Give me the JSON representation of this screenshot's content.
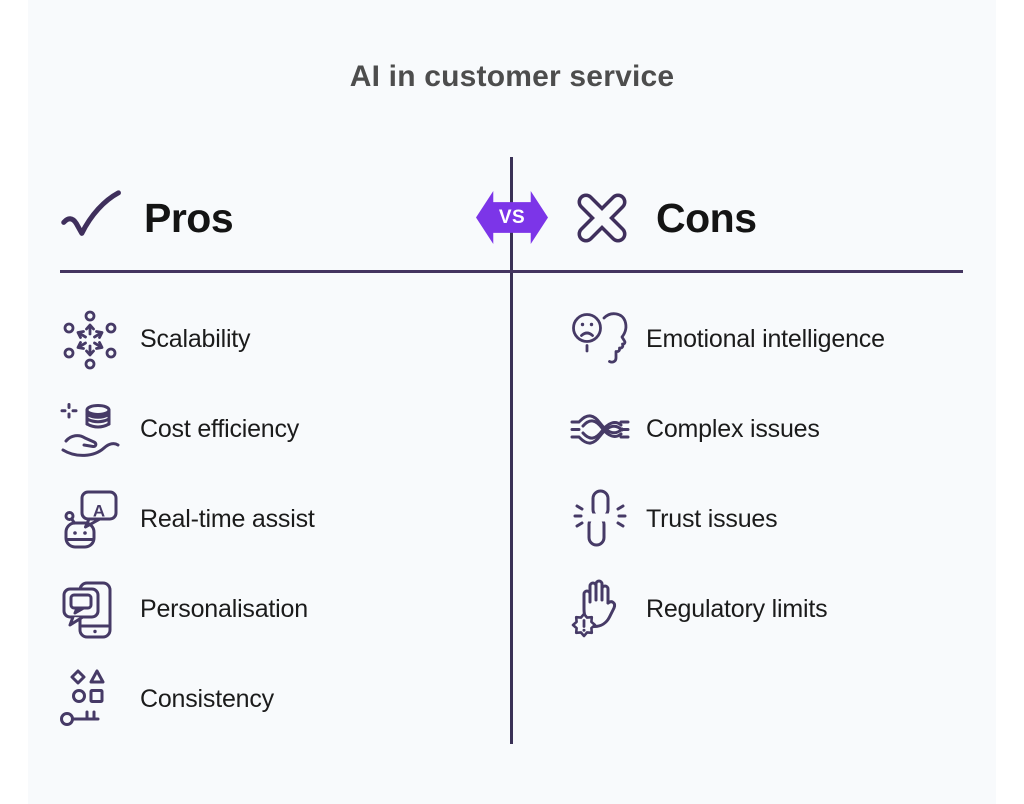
{
  "title": "AI in customer service",
  "vs_badge": {
    "label": "VS",
    "color": "#7c35e8",
    "text_color": "#ffffff"
  },
  "colors": {
    "page_bg": "#ffffff",
    "panel_bg": "#f8fafc",
    "divider": "#3a3156",
    "icon_stroke": "#463a66",
    "title_text": "#4d4d4d",
    "heading_text": "#141414",
    "item_text": "#1b1b1b"
  },
  "pros": {
    "heading": "Pros",
    "heading_icon": "check-icon",
    "items": [
      {
        "icon": "scalability-icon",
        "label": "Scalability"
      },
      {
        "icon": "cost-efficiency-icon",
        "label": "Cost efficiency"
      },
      {
        "icon": "realtime-assist-icon",
        "label": "Real-time assist"
      },
      {
        "icon": "personalisation-icon",
        "label": "Personalisation"
      },
      {
        "icon": "consistency-icon",
        "label": "Consistency"
      }
    ]
  },
  "cons": {
    "heading": "Cons",
    "heading_icon": "x-icon",
    "items": [
      {
        "icon": "emotional-intelligence-icon",
        "label": "Emotional intelligence"
      },
      {
        "icon": "complex-issues-icon",
        "label": "Complex issues"
      },
      {
        "icon": "trust-issues-icon",
        "label": "Trust issues"
      },
      {
        "icon": "regulatory-limits-icon",
        "label": "Regulatory limits"
      }
    ]
  }
}
